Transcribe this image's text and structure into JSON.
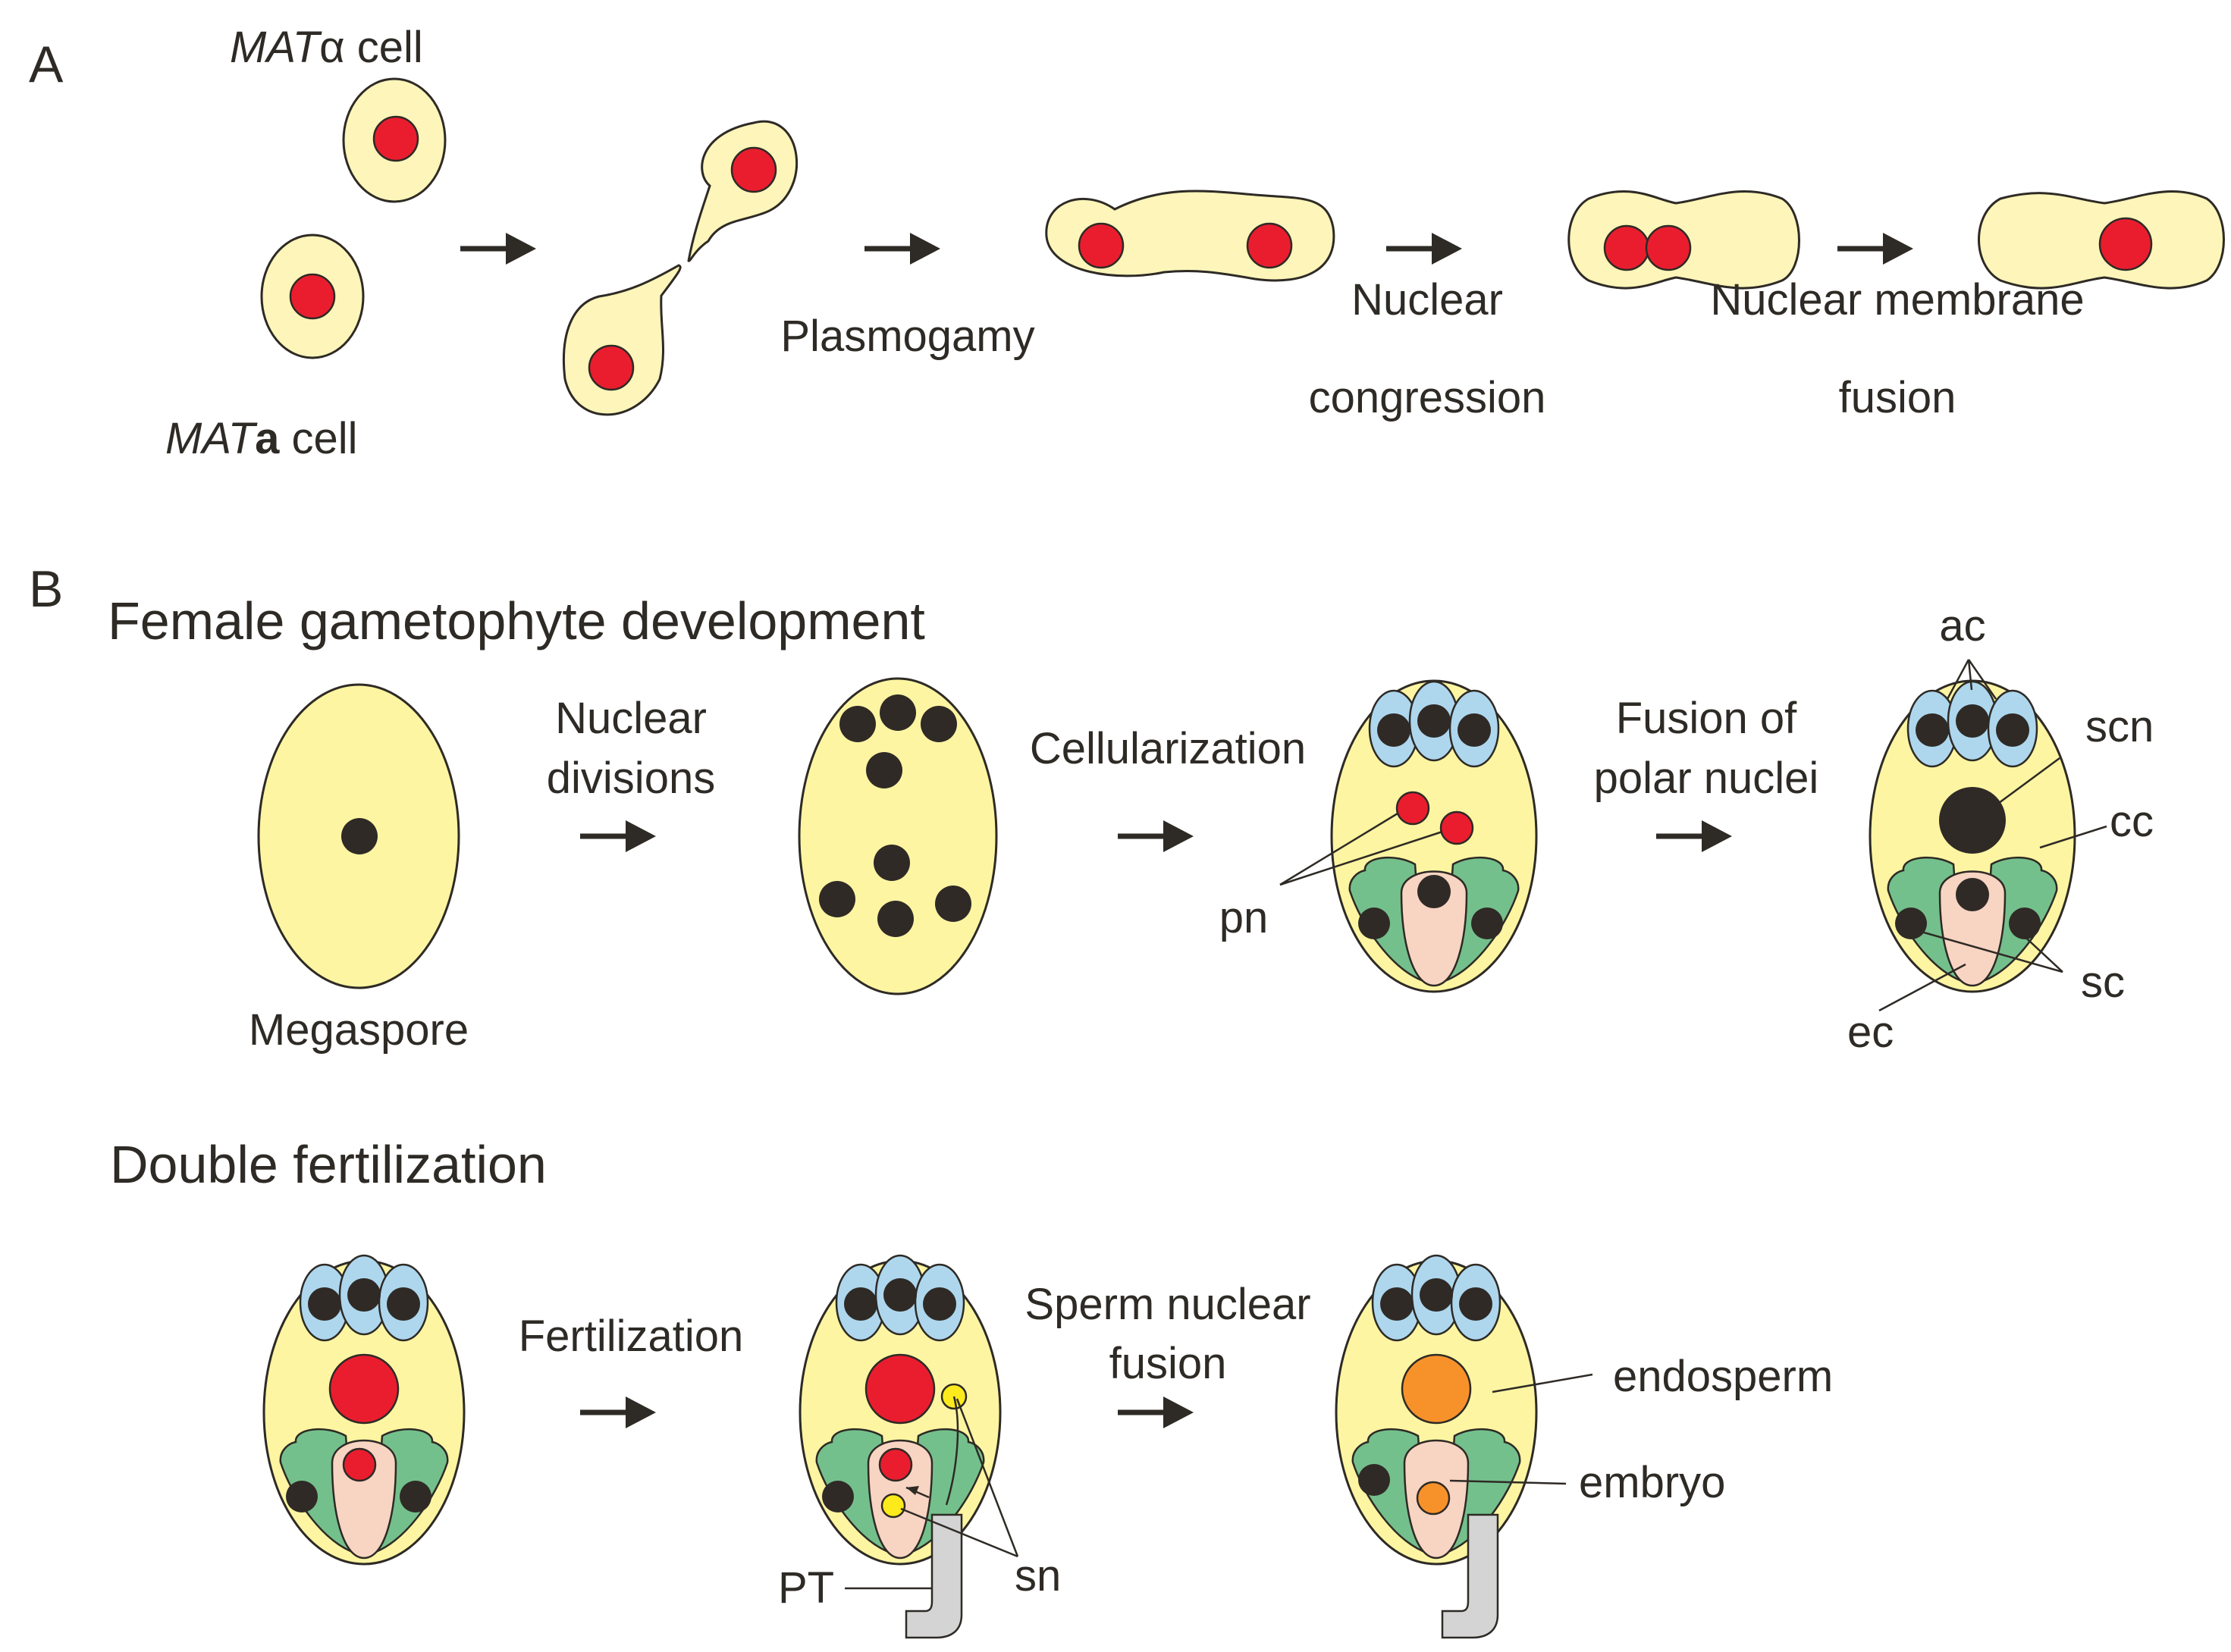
{
  "panel_a": {
    "letter": "A",
    "mat_alpha": {
      "italic": "MAT",
      "rest": "α cell"
    },
    "mat_a": {
      "italic": "MAT",
      "bold": "a",
      "rest": " cell"
    },
    "plasmogamy": "Plasmogamy",
    "congression": [
      "Nuclear",
      "congression"
    ],
    "membrane_fusion": [
      "Nuclear membrane",
      "fusion"
    ]
  },
  "panel_b": {
    "letter": "B",
    "female_heading": "Female gametophyte development",
    "nuclear_divisions": [
      "Nuclear",
      "divisions"
    ],
    "megaspore": "Megaspore",
    "cellularization": "Cellularization",
    "pn": "pn",
    "polar_fusion": [
      "Fusion of",
      "polar nuclei"
    ],
    "ac": "ac",
    "scn": "scn",
    "cc": "cc",
    "sc": "sc",
    "ec": "ec",
    "double_heading": "Double fertilization",
    "fertilization": "Fertilization",
    "sperm_fusion": [
      "Sperm nuclear",
      "fusion"
    ],
    "pt": "PT",
    "sn": "sn",
    "endosperm": "endosperm",
    "embryo": "embryo"
  }
}
